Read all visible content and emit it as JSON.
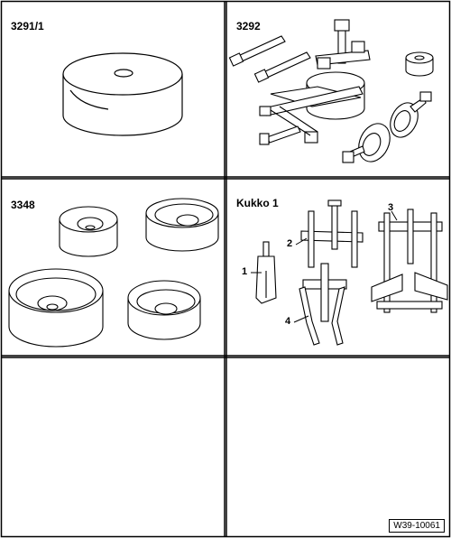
{
  "cells": [
    {
      "label": "3291/1"
    },
    {
      "label": "3292"
    },
    {
      "label": "3348"
    },
    {
      "label": "Kukko 1"
    },
    {
      "label": ""
    },
    {
      "label": ""
    }
  ],
  "kukko_callouts": [
    "1",
    "2",
    "3",
    "4"
  ],
  "drawing_code": "W39-10061",
  "colors": {
    "line": "#000000",
    "background": "#ffffff"
  }
}
